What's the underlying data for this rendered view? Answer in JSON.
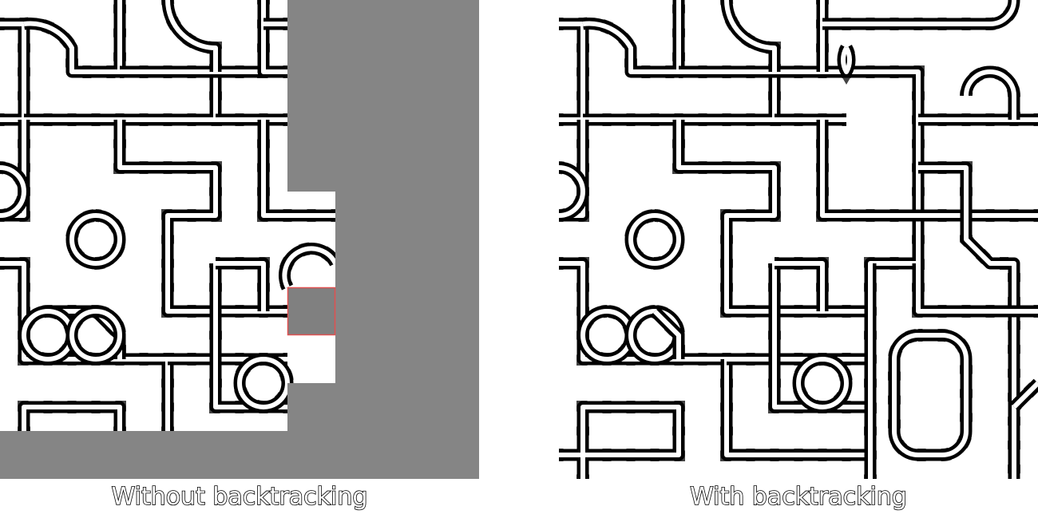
{
  "panels": [
    {
      "id": "without",
      "caption": "Without backtracking",
      "colors": {
        "track": "#000000",
        "tie": "#444444",
        "unfilled": "#858585",
        "conflict_outline": "#e05050",
        "conflict_fill": "#808080"
      },
      "grid": 10,
      "unfilled_cells": [
        [
          6,
          0
        ],
        [
          7,
          0
        ],
        [
          8,
          0
        ],
        [
          9,
          0
        ],
        [
          6,
          1
        ],
        [
          7,
          1
        ],
        [
          8,
          1
        ],
        [
          9,
          1
        ],
        [
          6,
          2
        ],
        [
          7,
          2
        ],
        [
          8,
          2
        ],
        [
          9,
          2
        ],
        [
          6,
          3
        ],
        [
          7,
          3
        ],
        [
          8,
          3
        ],
        [
          9,
          3
        ],
        [
          7,
          4
        ],
        [
          8,
          4
        ],
        [
          9,
          4
        ],
        [
          7,
          5
        ],
        [
          8,
          5
        ],
        [
          9,
          5
        ],
        [
          7,
          6
        ],
        [
          8,
          6
        ],
        [
          9,
          6
        ],
        [
          7,
          7
        ],
        [
          8,
          7
        ],
        [
          9,
          7
        ],
        [
          6,
          8
        ],
        [
          7,
          8
        ],
        [
          8,
          8
        ],
        [
          9,
          8
        ],
        [
          0,
          9
        ],
        [
          1,
          9
        ],
        [
          2,
          9
        ],
        [
          3,
          9
        ],
        [
          4,
          9
        ],
        [
          5,
          9
        ],
        [
          6,
          9
        ],
        [
          7,
          9
        ],
        [
          8,
          9
        ],
        [
          9,
          9
        ]
      ],
      "conflict_cells": [
        [
          6,
          6
        ]
      ],
      "tracks": [
        "M 0 30 L 30 30 L 30 150 L 0 150",
        "M 30 30 A 60 60 0 0 1 90 60 L 90 90 L 150 90 L 150 0",
        "M 150 90 L 270 90 L 270 150 L 30 150",
        "M 150 90 L 360 90",
        "M 210 0 A 60 60 0 0 0 270 60 L 270 90",
        "M 330 0 L 330 90 L 360 90",
        "M 330 30 L 360 30",
        "M 30 150 L 30 270 L 0 270",
        "M 150 150 L 150 210 L 270 210 L 270 270 L 210 270 L 210 390 L 360 390",
        "M 270 150 L 360 150",
        "M 330 150 L 330 270 L 420 270",
        "M 0 210 A 30 30 0 0 1 0 270",
        "M 120 270 A 30 30 0 0 1 120 330 A 30 30 0 0 1 120 270",
        "M 0 330 L 30 330 L 30 450 L 210 450 L 210 540",
        "M 60 390 L 120 390 L 150 420 L 150 450",
        "M 60 390 A 30 30 0 0 0 60 450 A 30 30 0 0 0 60 390",
        "M 120 390 A 30 30 0 0 0 120 450 A 30 30 0 0 0 120 390",
        "M 210 450 L 360 450",
        "M 270 330 L 270 510 L 360 510",
        "M 270 330 L 330 330 L 330 390",
        "M 330 450 A 30 30 0 0 0 330 510 A 30 30 0 0 0 330 450",
        "M 30 540 L 30 510 L 150 510 L 150 540",
        "M 360 360 A 30 30 0 0 1 420 330"
      ]
    },
    {
      "id": "with",
      "caption": "With backtracking",
      "colors": {
        "track": "#000000",
        "tie": "#444444",
        "unfilled": "#858585",
        "conflict_outline": "#e05050",
        "conflict_fill": "#808080"
      },
      "grid": 10,
      "unfilled_cells": [],
      "conflict_cells": [],
      "tracks": [
        "M 0 30 L 30 30 L 30 150 L 0 150",
        "M 30 30 A 60 60 0 0 1 90 60 L 90 90 L 150 90 L 150 0",
        "M 150 90 L 270 90 L 270 150 L 30 150",
        "M 150 90 L 450 90 L 450 150",
        "M 210 0 A 60 60 0 0 0 270 60 L 270 90",
        "M 330 0 L 330 90",
        "M 330 30 L 540 30 A 30 30 0 0 0 570 0",
        "M 360 60 A 30 30 0 0 0 360 90 A 30 30 0 0 0 360 60",
        "M 450 150 L 450 330 L 420 330",
        "M 450 150 L 600 150",
        "M 510 120 A 30 30 0 0 1 570 120 L 570 150",
        "M 30 150 L 30 270 L 0 270",
        "M 150 150 L 150 210 L 270 210 L 270 270 L 210 270 L 210 390 L 390 390",
        "M 270 150 L 360 150",
        "M 330 150 L 330 270 L 600 270",
        "M 450 210 L 510 210 L 510 300 L 540 330 L 570 330 L 570 600",
        "M 0 210 A 30 30 0 0 1 0 270",
        "M 120 270 A 30 30 0 0 1 120 330 A 30 30 0 0 1 120 270",
        "M 0 330 L 30 330 L 30 450 L 210 450",
        "M 60 390 A 30 30 0 0 0 60 450 A 30 30 0 0 0 60 390",
        "M 120 390 A 30 30 0 0 0 120 450 A 30 30 0 0 0 120 390",
        "M 120 390 L 150 420 L 150 450",
        "M 210 450 L 210 570 L 390 570",
        "M 210 450 L 390 450",
        "M 270 330 L 270 510 L 390 510 L 390 330 L 420 330",
        "M 270 330 L 330 330 L 330 390",
        "M 330 450 A 30 30 0 0 0 330 510 A 30 30 0 0 0 330 450",
        "M 390 330 L 390 600",
        "M 450 330 L 450 390 L 600 390",
        "M 0 570 L 150 570 L 150 510 L 30 510 L 30 600",
        "M 450 420 L 480 420 A 30 30 0 0 1 510 450 L 510 540 A 30 30 0 0 1 480 570 L 450 570 A 30 30 0 0 1 420 540 L 420 450 A 30 30 0 0 1 450 420",
        "M 570 510 L 600 480"
      ]
    }
  ]
}
